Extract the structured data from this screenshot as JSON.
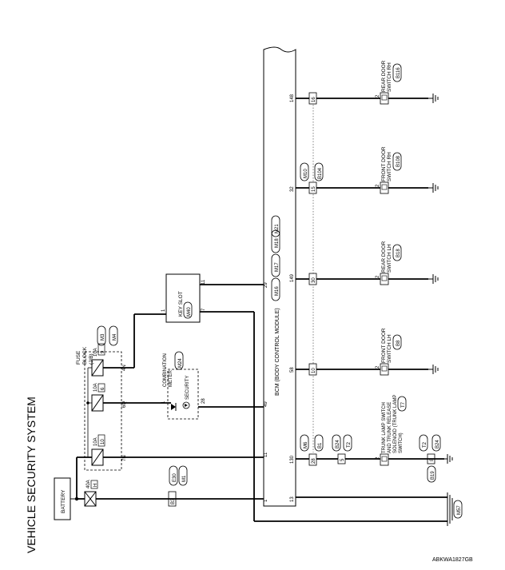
{
  "title": "VEHICLE SECURITY SYSTEM",
  "figure_code": "ABKWA1827GB",
  "battery": {
    "label": "BATTERY"
  },
  "fusible_link": {
    "rating": "40A",
    "id": "H"
  },
  "fuse_block": {
    "label_line1": "FUSE",
    "label_line2": "BLOCK",
    "label_line3": "(J/B)",
    "connectors": [
      "M3",
      "M4"
    ],
    "fuses": [
      {
        "rating": "10A",
        "number": "10",
        "pin": "7N"
      },
      {
        "rating": "10A",
        "number": "6",
        "pin": "6Q"
      },
      {
        "rating": "10A",
        "number": "9",
        "pin": "4N"
      }
    ]
  },
  "harness_connector": {
    "pin": "B3",
    "connectors": [
      "E30",
      "M1"
    ]
  },
  "key_slot": {
    "label": "KEY SLOT",
    "connector": "M40",
    "pins": [
      "1",
      "7",
      "11"
    ]
  },
  "combination_meter": {
    "label_line1": "COMBINATION",
    "label_line2": "METER",
    "connector": "M24",
    "security_label": "SECURITY",
    "pins": [
      "1",
      "28"
    ]
  },
  "bcm": {
    "label": "BCM (BODY CONTROL MODULE)",
    "connectors": [
      "M16",
      "M17",
      "M18",
      "M21"
    ],
    "pins": [
      "1",
      "13",
      "11",
      "49",
      "130",
      "58",
      "29",
      "149",
      "32",
      "148"
    ]
  },
  "relay_pins": [
    "28",
    "5",
    "8",
    "10",
    "30",
    "15",
    "16"
  ],
  "trunk_connectors": [
    "M6",
    "B1",
    "B24",
    "T2",
    "T2",
    "B24",
    "B19"
  ],
  "front_connectors": [
    "M10",
    "B104"
  ],
  "ground": {
    "connector": "M57"
  },
  "switches": [
    {
      "label_line1": "TRUNK LAMP SWITCH",
      "label_line2": "AND TRUNK RELEASE",
      "label_line3": "SOLENOID (TRUNK LAMP",
      "label_line4": "SWITCH)",
      "connector": "T7",
      "pin": "2"
    },
    {
      "label_line1": "FRONT DOOR",
      "label_line2": "SWITCH LH",
      "connector": "B8",
      "pin": "2"
    },
    {
      "label_line1": "REAR DOOR",
      "label_line2": "SWITCH LH",
      "connector": "B18",
      "pin": "2"
    },
    {
      "label_line1": "FRONT DOOR",
      "label_line2": "SWITCH RH",
      "connector": "B108",
      "pin": "2"
    },
    {
      "label_line1": "REAR DOOR",
      "label_line2": "SWITCH RH",
      "connector": "B116",
      "pin": "2"
    }
  ]
}
